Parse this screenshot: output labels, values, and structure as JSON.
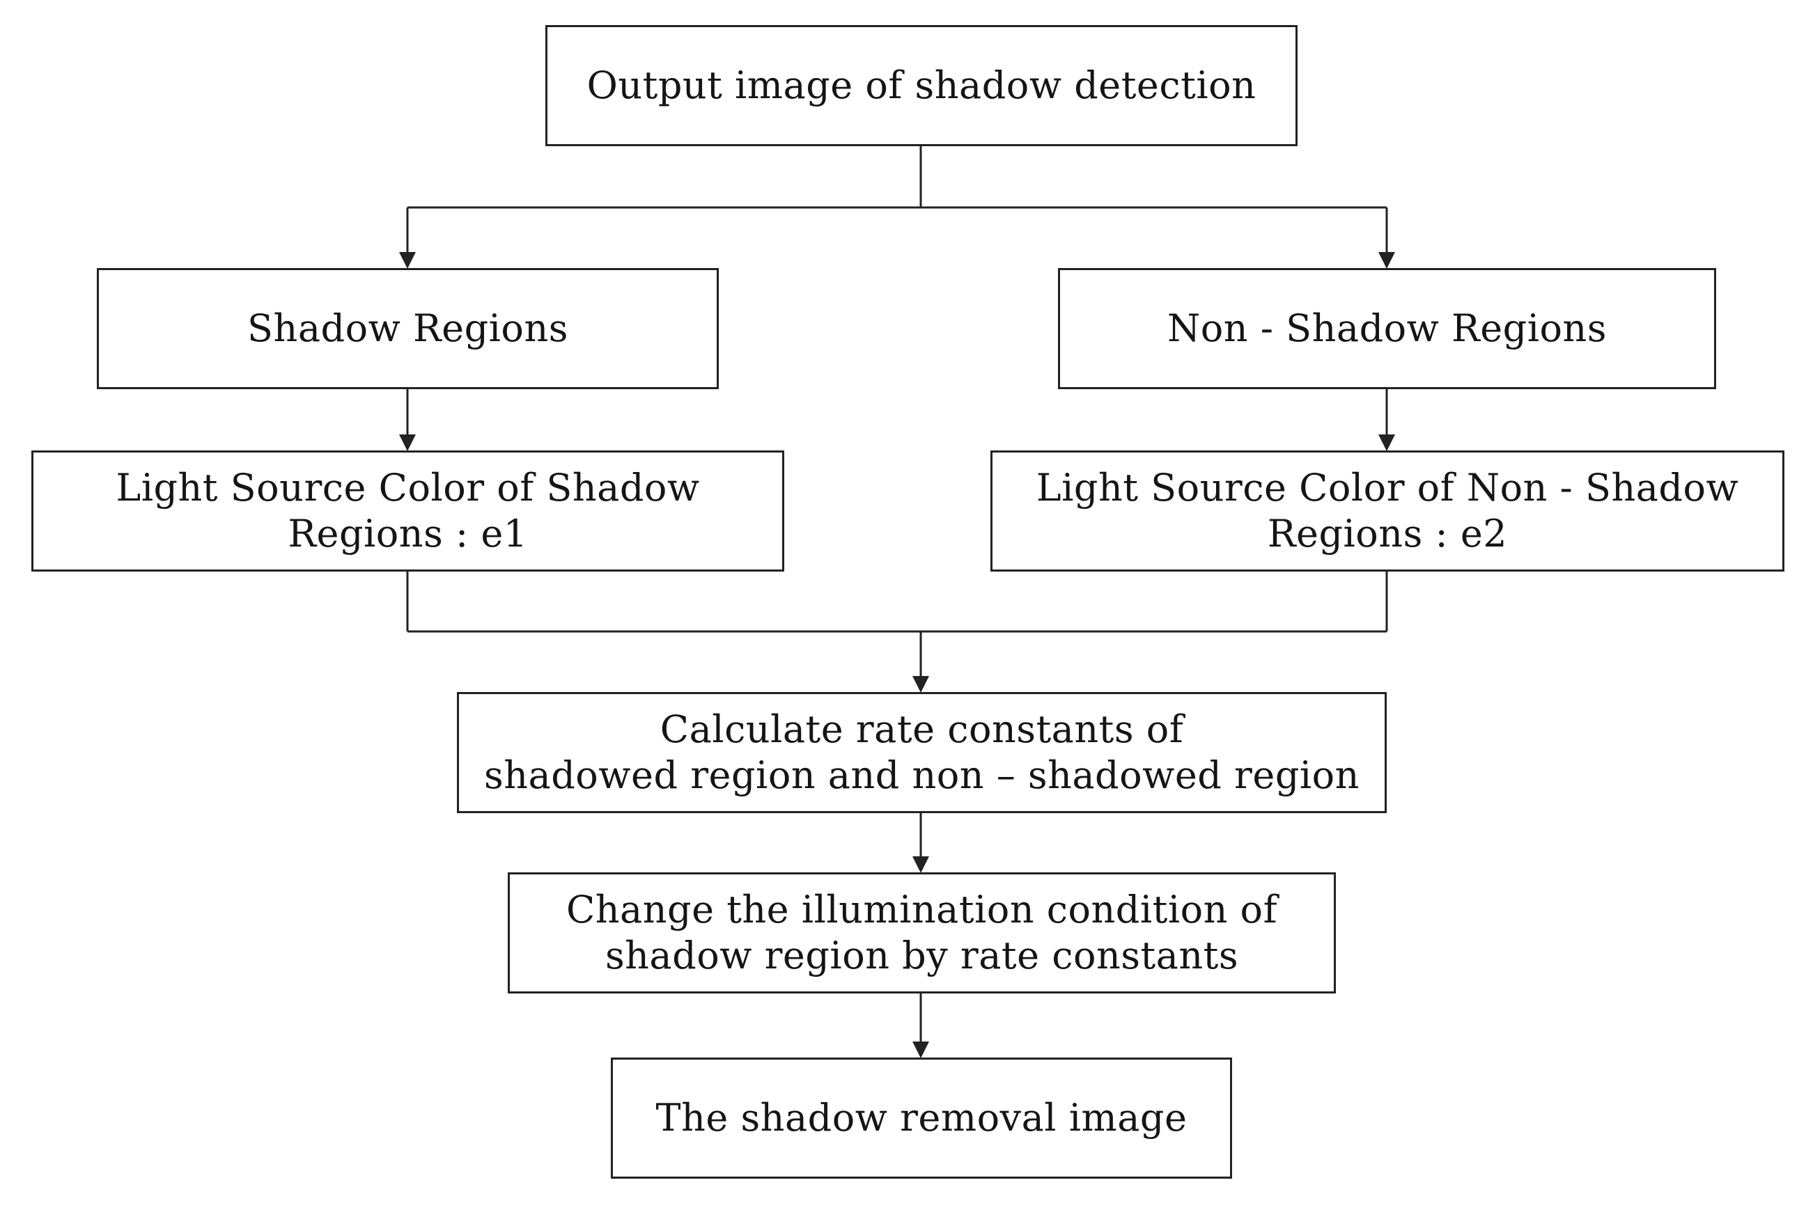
{
  "diagram": {
    "nodes": {
      "output_detection": "Output image of shadow detection",
      "shadow_regions": "Shadow Regions",
      "non_shadow_regions": "Non - Shadow Regions",
      "light_shadow": "Light Source Color of Shadow\nRegions : e1",
      "light_non_shadow": "Light Source Color of Non - Shadow\nRegions : e2",
      "calculate": "Calculate rate constants of\nshadowed region and non – shadowed region",
      "change": "Change the illumination condition of\nshadow region by rate constants",
      "result": "The shadow removal image"
    }
  },
  "colors": {
    "stroke": "#222222",
    "text": "#151515",
    "background": "#ffffff"
  }
}
